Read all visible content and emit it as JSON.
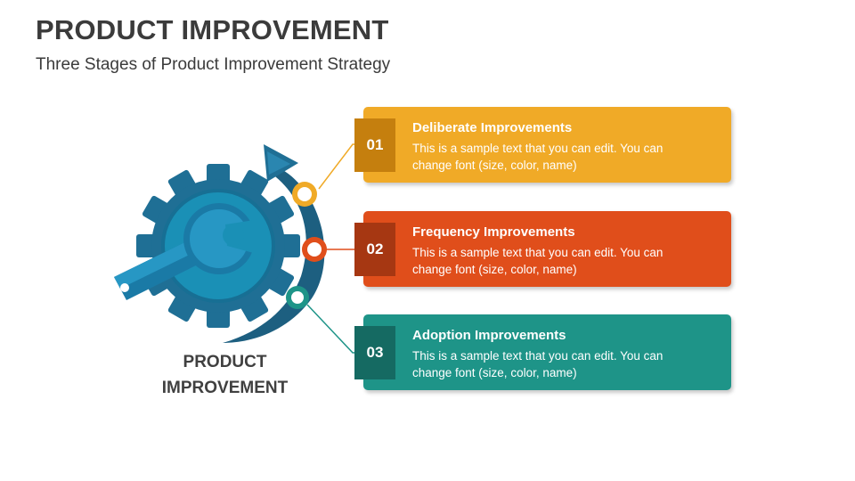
{
  "title": "PRODUCT IMPROVEMENT",
  "subtitle": "Three Stages of Product Improvement Strategy",
  "center_label_line1": "PRODUCT",
  "center_label_line2": "IMPROVEMENT",
  "icons": {
    "gear": "gear-icon",
    "wrench": "wrench-icon",
    "arrow": "curved-arrow-icon"
  },
  "colors": {
    "stage1": "#F0AA27",
    "stage1_dark": "#C57F0E",
    "stage2": "#E04E1B",
    "stage2_dark": "#A63712",
    "stage3": "#1E9488",
    "stage3_dark": "#156A62",
    "gear": "#1F6F95",
    "gear_inner": "#1A90B6",
    "wrench": "#1779A6"
  },
  "stages": [
    {
      "number": "01",
      "heading": "Deliberate Improvements",
      "text": "This is a sample text that you can edit. You can change font (size, color, name)"
    },
    {
      "number": "02",
      "heading": "Frequency Improvements",
      "text": "This is a sample text that you can edit. You can change font (size, color, name)"
    },
    {
      "number": "03",
      "heading": "Adoption Improvements",
      "text": "This is a sample text that you can edit. You can change font (size, color, name)"
    }
  ]
}
